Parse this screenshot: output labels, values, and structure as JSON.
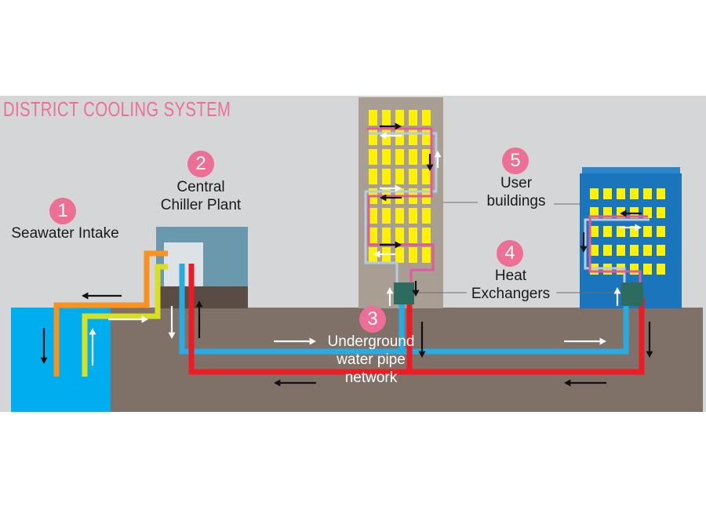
{
  "title": "DISTRICT COOLING SYSTEM",
  "steps": [
    {
      "number": "1",
      "lines": [
        "Seawater Intake"
      ]
    },
    {
      "number": "2",
      "lines": [
        "Central",
        "Chiller Plant"
      ]
    },
    {
      "number": "3",
      "lines": [
        "Underground",
        "water pipe",
        "network"
      ]
    },
    {
      "number": "4",
      "lines": [
        "Heat",
        "Exchangers"
      ]
    },
    {
      "number": "5",
      "lines": [
        "User",
        "buildings"
      ]
    }
  ],
  "colors": {
    "background": "#d5d6d8",
    "ground": "#7f7068",
    "sea": "#00adee",
    "badge": "#ee6f96",
    "seawater_in": "#d9e021",
    "seawater_out": "#f7931e",
    "chilled_supply": "#29abe2",
    "return_warm": "#ed1c24",
    "building_left": "#a89e94",
    "building_right": "#1b75bc",
    "window": "#fff200",
    "heat_exchanger": "#2d6b5f"
  },
  "icons": [
    "flow-arrow-icon"
  ]
}
